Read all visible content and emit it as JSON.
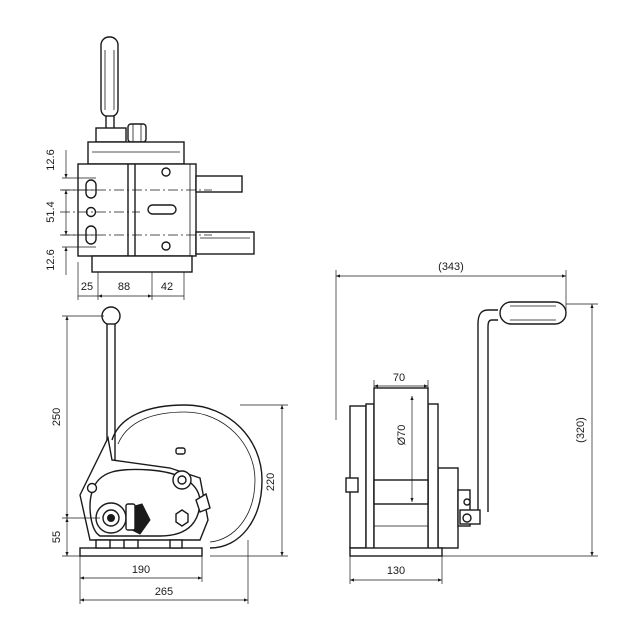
{
  "top_view": {
    "dims": {
      "d12_6_top": "12.6",
      "d51_4": "51.4",
      "d12_6_bottom": "12.6",
      "d25": "25",
      "d88": "88",
      "d42": "42"
    }
  },
  "front_view": {
    "dims": {
      "d250": "250",
      "d55": "55",
      "d220": "220",
      "d190": "190",
      "d265": "265"
    }
  },
  "side_view": {
    "dims": {
      "d343": "(343)",
      "d320": "(320)",
      "d70": "70",
      "dia70": "Ø70",
      "d130": "130"
    }
  }
}
